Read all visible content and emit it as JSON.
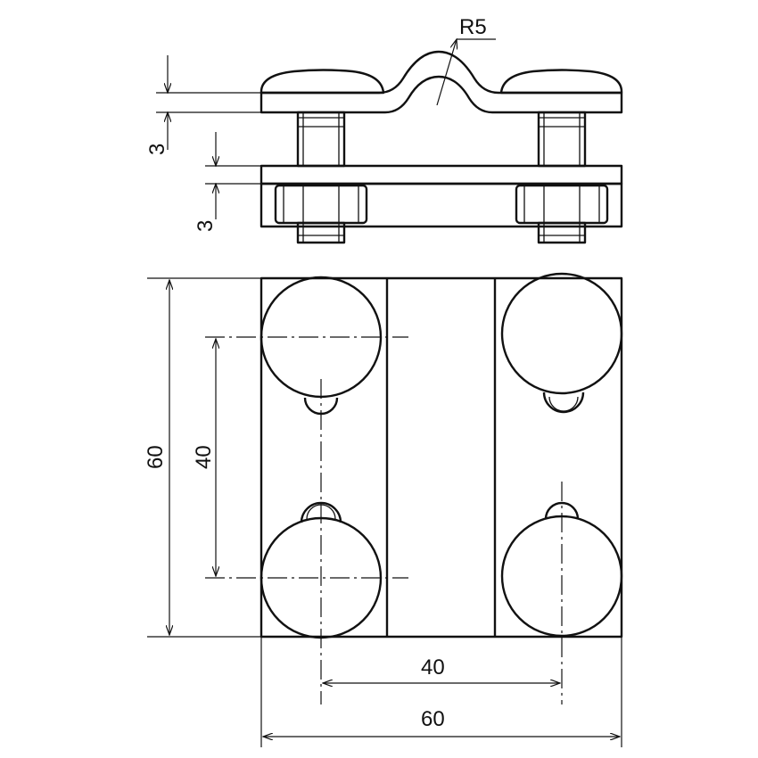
{
  "drawing": {
    "line_color": "#111111",
    "background": "#ffffff"
  },
  "labels": {
    "radius": "R5",
    "side_thickness_top": "3",
    "side_thickness_plate": "3",
    "overall_height": "60",
    "bolt_spacing_vertical": "40",
    "bolt_spacing_horizontal": "40",
    "overall_width": "60"
  }
}
